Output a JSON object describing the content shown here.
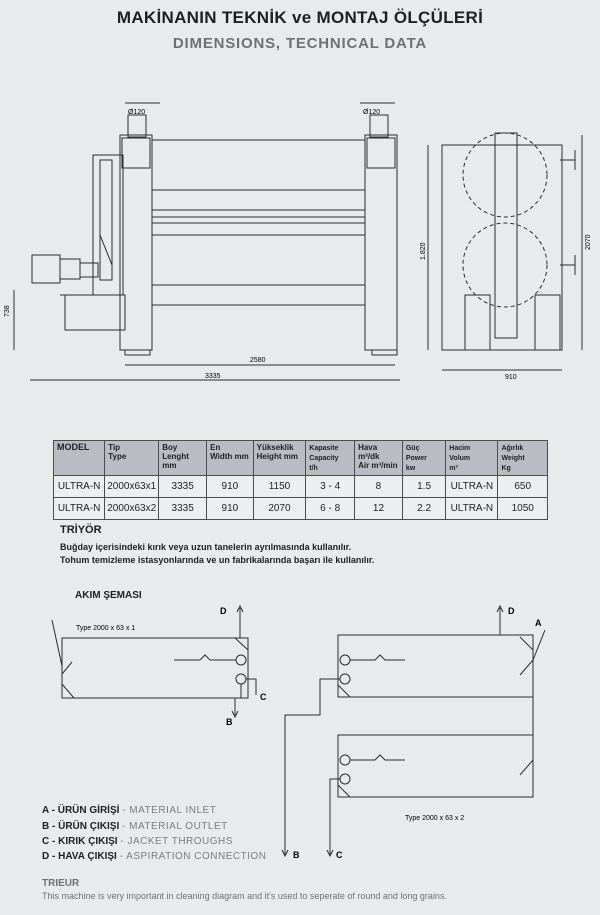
{
  "header": {
    "title_tr": "MAKİNANIN TEKNİK ve MONTAJ ÖLÇÜLERİ",
    "title_en": "DIMENSIONS, TECHNICAL DATA"
  },
  "drawing": {
    "dim_dia_left": "Ø120",
    "dim_dia_right": "Ø120",
    "dim_2580": "2580",
    "dim_3335": "3335",
    "dim_738": "738",
    "dim_1820": "1.820",
    "dim_2070": "2070",
    "dim_910": "910"
  },
  "spec_table": {
    "headers": {
      "model": "MODEL",
      "tip": "Tip",
      "tip_en": "Type",
      "boy": "Boy",
      "boy_en": "Lenght mm",
      "en": "En",
      "en_en": "Width  mm",
      "yukseklik": "Yükseklik",
      "yukseklik_en": "Height mm",
      "kapasite": "Kapasite",
      "kapasite_en": "Capacity",
      "kapasite_unit": "t/h",
      "hava": "Hava m³/dk",
      "hava_en": "Air m³/min",
      "guc": "Güç",
      "guc_en": "Power",
      "guc_unit": "kw",
      "hacim": "Hacim",
      "hacim_en": "Volum",
      "hacim_unit": "m³",
      "agirlik": "Ağırlık",
      "agirlik_en": "Weight",
      "agirlik_unit": "Kg"
    },
    "rows": [
      {
        "model": "ULTRA-N",
        "type": "2000x63x1",
        "length": "3335",
        "width": "910",
        "height": "1150",
        "capacity": "3 - 4",
        "air": "8",
        "power": "1.5",
        "volume": "ULTRA-N",
        "weight": "650"
      },
      {
        "model": "ULTRA-N",
        "type": "2000x63x2",
        "length": "3335",
        "width": "910",
        "height": "2070",
        "capacity": "6 - 8",
        "air": "12",
        "power": "2.2",
        "volume": "ULTRA-N",
        "weight": "1050"
      }
    ]
  },
  "triyor": {
    "title": "TRİYÖR",
    "line1": "Buğday içerisindeki kırık veya uzun tanelerin ayrılmasında kullanılır.",
    "line2": "Tohum temizleme istasyonlarında ve un fabrikalarında başarı ile kullanılır."
  },
  "flow": {
    "title": "AKIM ŞEMASI",
    "type1": "Type 2000 x 63 x 1",
    "type2": "Type 2000 x 63 x 2",
    "letters": {
      "a": "A",
      "b": "B",
      "c": "C",
      "d": "D"
    }
  },
  "legend": [
    {
      "tr": "A - ÜRÜN GİRİŞİ",
      "en": "- MATERIAL INLET"
    },
    {
      "tr": "B - ÜRÜN ÇIKIŞI",
      "en": "- MATERIAL OUTLET"
    },
    {
      "tr": "C - KIRIK ÇIKIŞI",
      "en": "- JACKET THROUGHS"
    },
    {
      "tr": "D - HAVA ÇIKIŞI",
      "en": "- ASPIRATION CONNECTION"
    }
  ],
  "trieur": {
    "title": "TRIEUR",
    "text": "This machine is very important in cleaning diagram and it's used to seperate of round and long grains."
  }
}
